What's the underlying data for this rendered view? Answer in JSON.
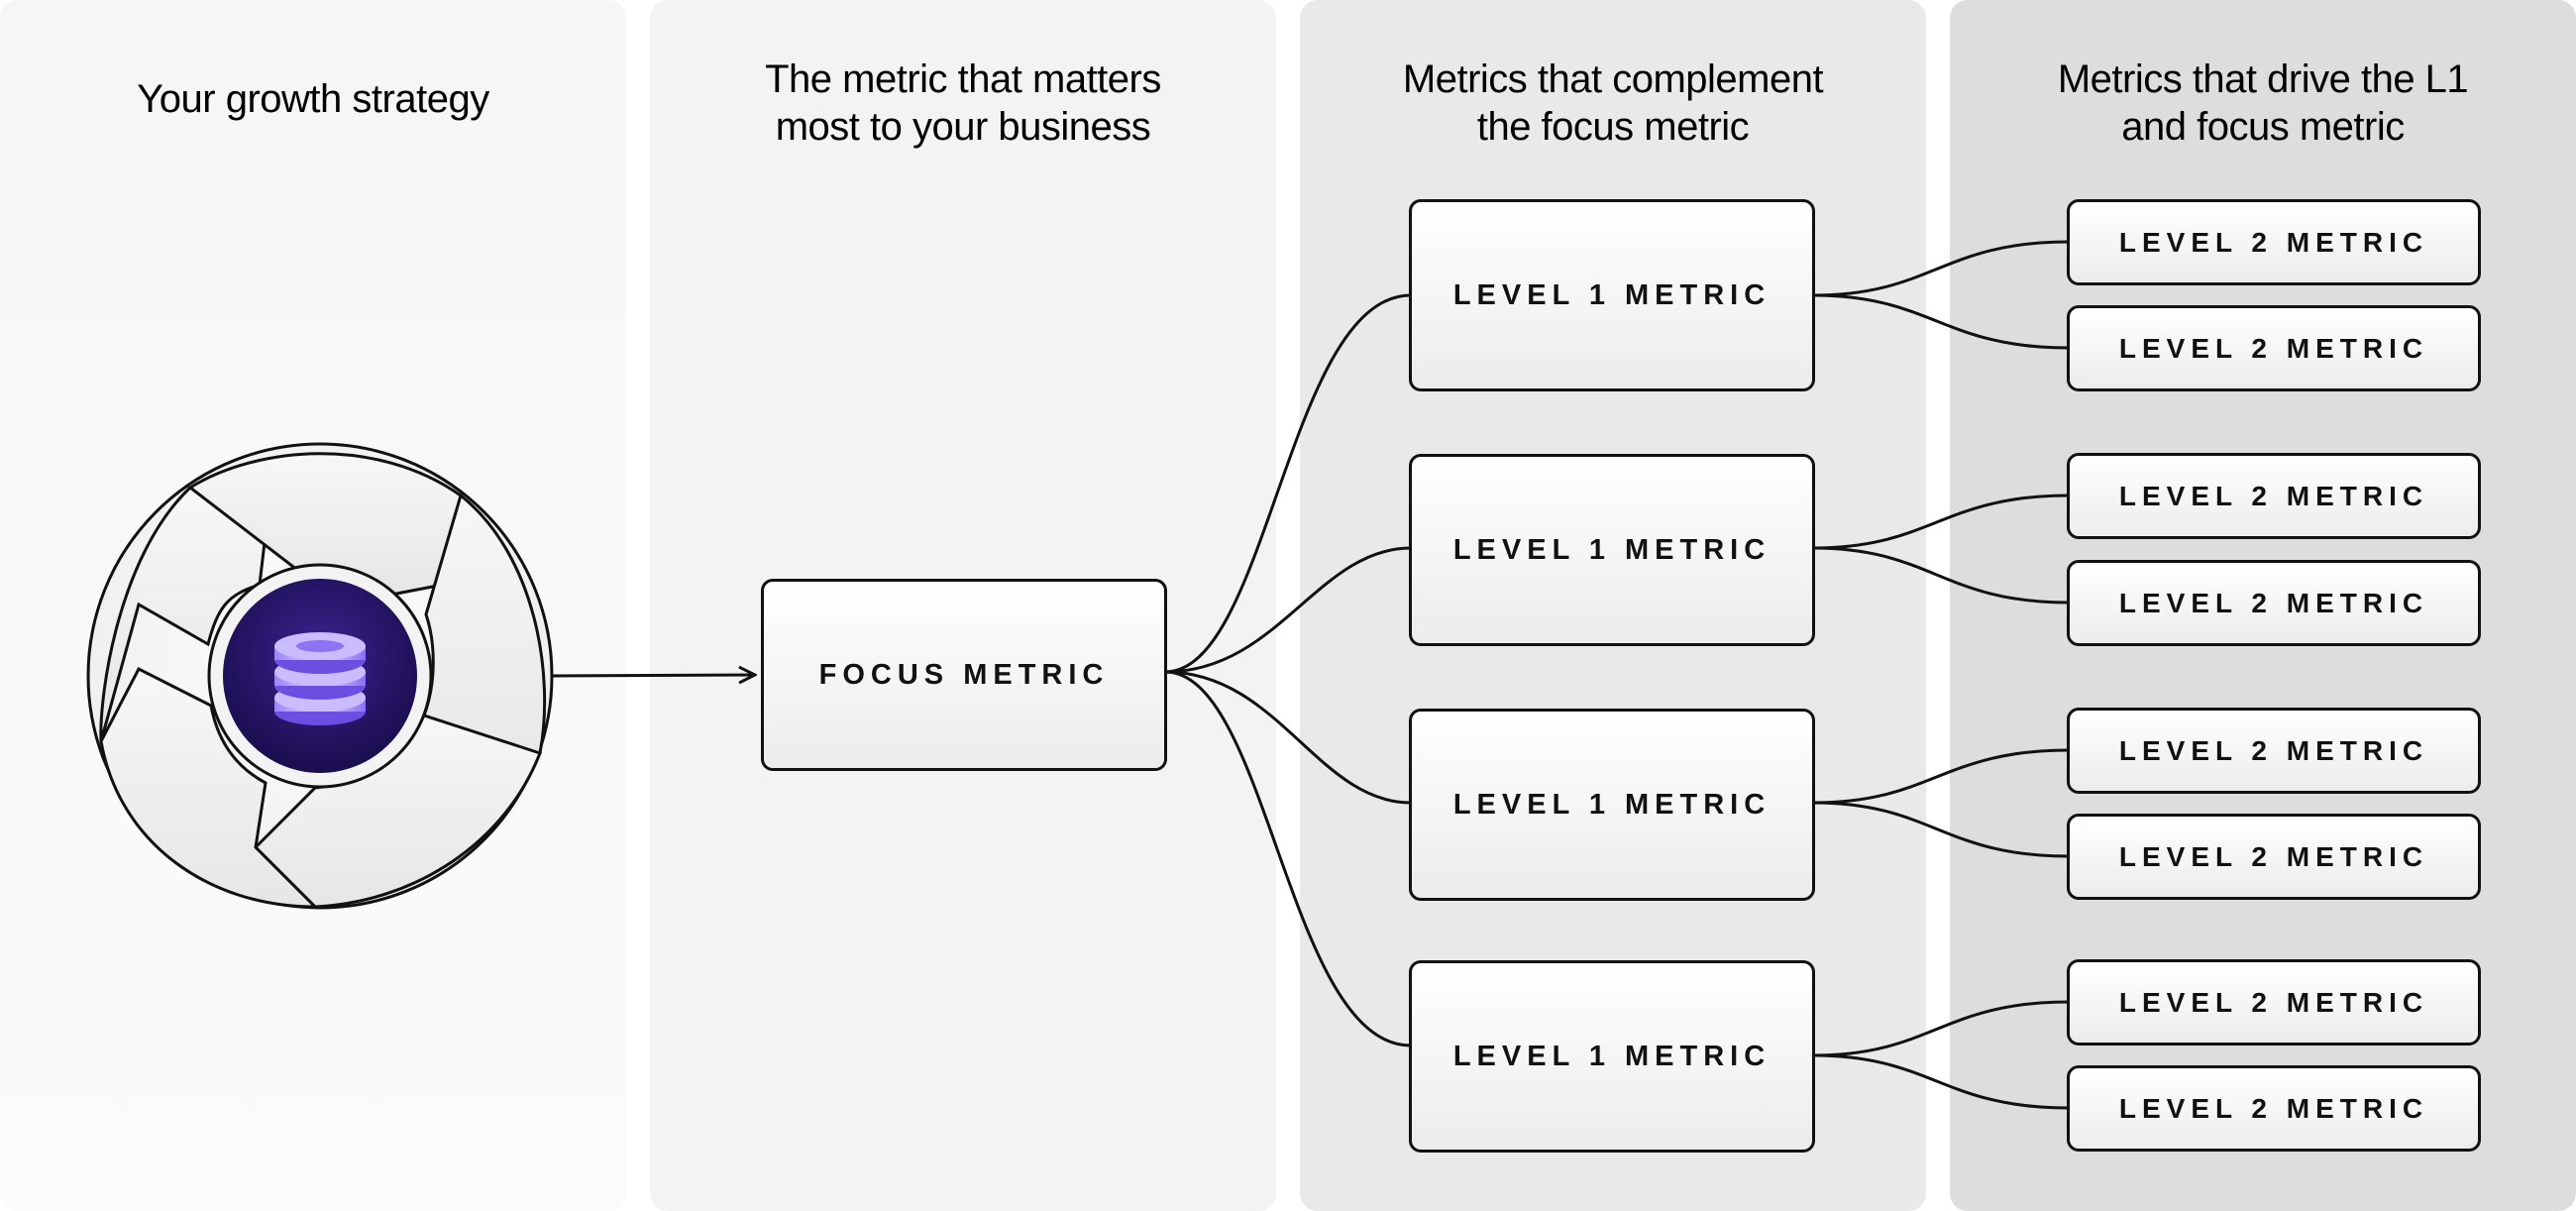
{
  "columns": [
    {
      "heading_lines": [
        "Your growth strategy"
      ]
    },
    {
      "heading_lines": [
        "The metric that matters",
        "most to your business"
      ]
    },
    {
      "heading_lines": [
        "Metrics that complement",
        "the focus metric"
      ]
    },
    {
      "heading_lines": [
        "Metrics that drive the L1",
        "and focus metric"
      ]
    }
  ],
  "focus_metric": {
    "label": "FOCUS METRIC"
  },
  "level1_metrics": [
    {
      "label": "LEVEL 1 METRIC",
      "children": [
        "LEVEL 2 METRIC",
        "LEVEL 2 METRIC"
      ]
    },
    {
      "label": "LEVEL 1 METRIC",
      "children": [
        "LEVEL 2 METRIC",
        "LEVEL 2 METRIC"
      ]
    },
    {
      "label": "LEVEL 1 METRIC",
      "children": [
        "LEVEL 2 METRIC",
        "LEVEL 2 METRIC"
      ]
    },
    {
      "label": "LEVEL 1 METRIC",
      "children": [
        "LEVEL 2 METRIC",
        "LEVEL 2 METRIC"
      ]
    }
  ],
  "strategy_icon": {
    "name": "database-stack-icon",
    "accent": "#7a5cf0",
    "dark": "#24135e"
  },
  "colors": {
    "stroke": "#111111"
  }
}
